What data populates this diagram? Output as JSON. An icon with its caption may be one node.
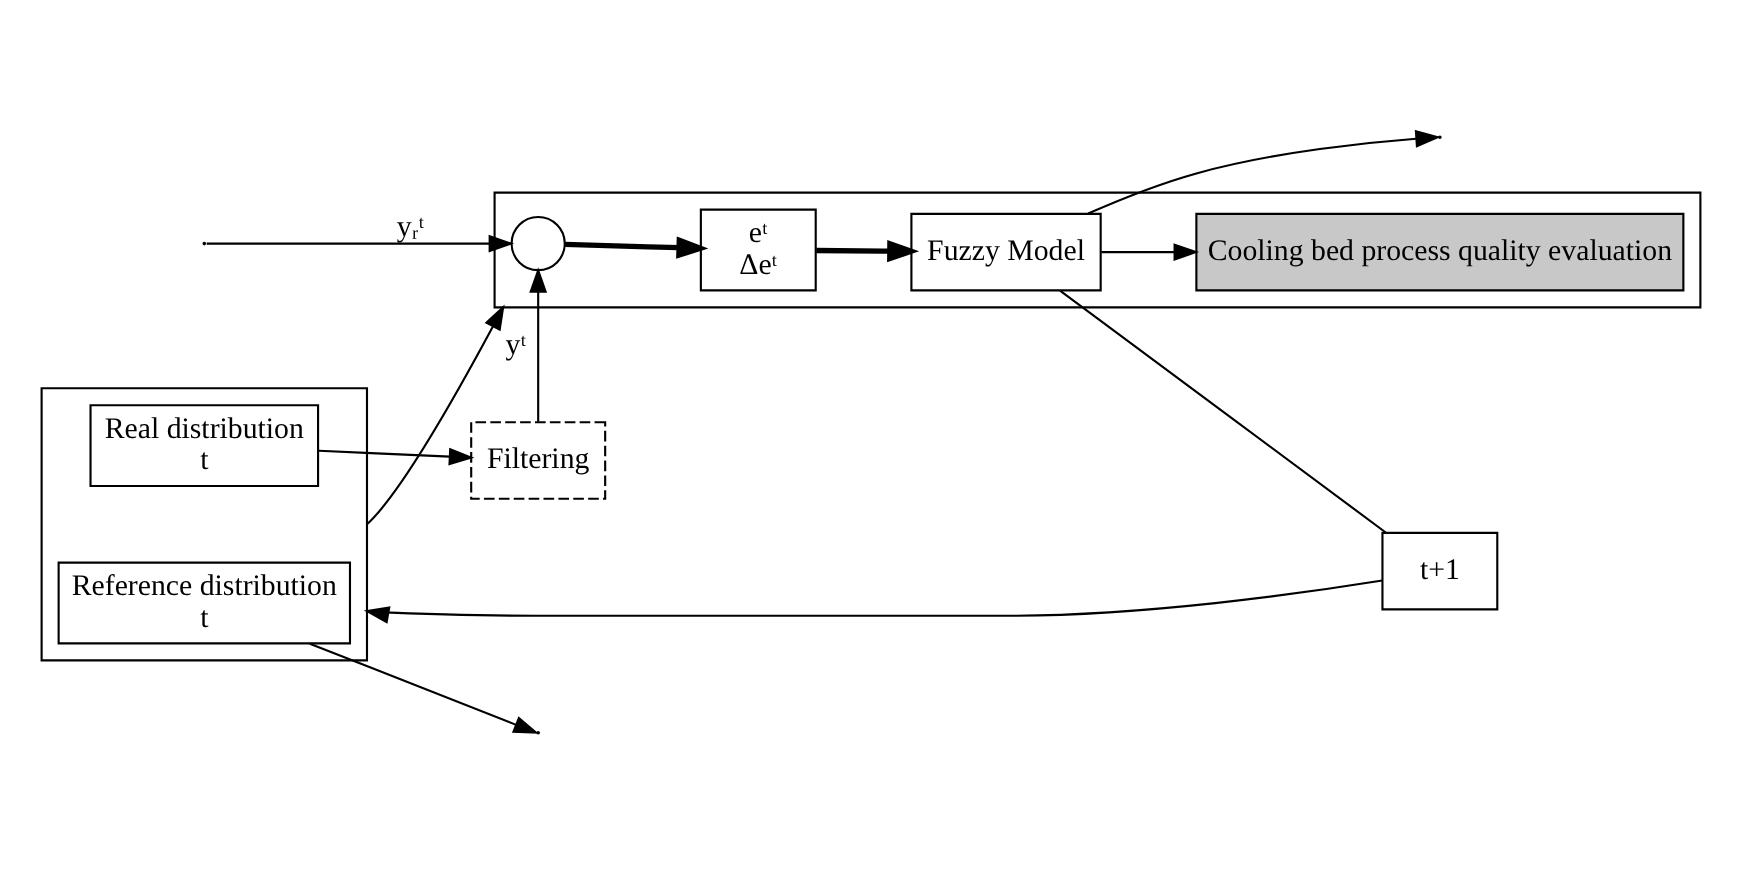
{
  "diagram": {
    "nodes": [
      {
        "text": [],
        "shape": "box"
      },
      {
        "text": [
          "Reference distribution",
          "t"
        ],
        "in": 0
      },
      {
        "text": [
          "Real distribution",
          "t"
        ],
        "in": 0
      },
      {
        "text": [],
        "shape": "box"
      },
      {
        "text": [],
        "shape": "circle",
        "in": 3
      },
      {
        "text": [
          "eᵗ",
          "Δeᵗ"
        ],
        "in": 3
      },
      {
        "text": [
          "Fuzzy Model"
        ],
        "in": 3
      },
      {
        "text": [
          "Cooling bed process quality evaluation"
        ],
        "in": 3
      },
      {
        "text": [
          "Filtering"
        ]
      },
      {
        "text": [
          "t+1"
        ]
      }
    ],
    "edges": [
      {
        "from": 1,
        "to": null,
        "arrow": "to"
      },
      {
        "from": 0,
        "to": 3,
        "arrow": "to"
      },
      {
        "from": 2,
        "to": 8,
        "arrow": "to"
      },
      {
        "from": null,
        "to": 4,
        "arrow": "to",
        "label": "yᵣᵗ"
      },
      {
        "from": 8,
        "to": 4,
        "arrow": "to",
        "label": "yᵗ"
      },
      {
        "from": 4,
        "to": 5,
        "arrow": "to",
        "style": "thick"
      },
      {
        "from": 5,
        "to": 6,
        "arrow": "to",
        "style": "thick"
      },
      {
        "from": 6,
        "to": null,
        "arrow": "to"
      },
      {
        "from": 6,
        "to": 7,
        "arrow": "to"
      },
      {
        "from": 6,
        "to": 9,
        "arrow": "none"
      },
      {
        "from": 9,
        "to": 0,
        "arrow": "to"
      }
    ]
  }
}
